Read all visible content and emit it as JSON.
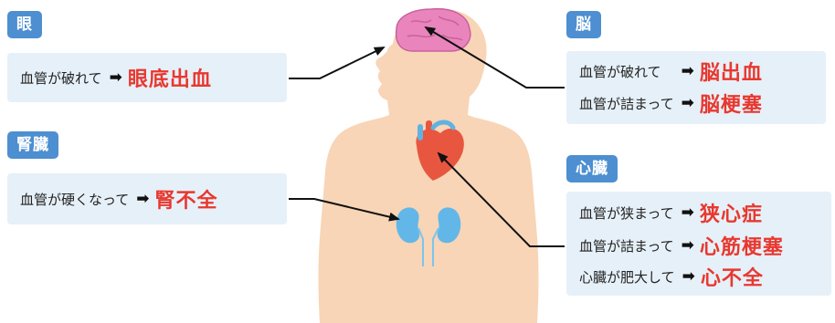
{
  "colors": {
    "tag_bg": "#4d8fd0",
    "box_bg": "#e6f0f8",
    "result_text": "#e8382f",
    "body_skin": "#f8d5b6",
    "brain": "#e985bc",
    "heart": "#e8563f",
    "kidney": "#62b7e8"
  },
  "organs": {
    "eye": {
      "tag": "眼",
      "rows": [
        {
          "cause": "血管が破れて",
          "result": "眼底出血"
        }
      ]
    },
    "kidney": {
      "tag": "腎臓",
      "rows": [
        {
          "cause": "血管が硬くなって",
          "result": "腎不全"
        }
      ]
    },
    "brain": {
      "tag": "脳",
      "rows": [
        {
          "cause": "血管が破れて",
          "result": "脳出血"
        },
        {
          "cause": "血管が詰まって",
          "result": "脳梗塞"
        }
      ]
    },
    "heart": {
      "tag": "心臓",
      "rows": [
        {
          "cause": "血管が狭まって",
          "result": "狭心症"
        },
        {
          "cause": "血管が詰まって",
          "result": "心筋梗塞"
        },
        {
          "cause": "心臓が肥大して",
          "result": "心不全"
        }
      ]
    }
  },
  "icons": [
    "right-arrow-icon",
    "human-body-silhouette",
    "brain-icon",
    "heart-icon",
    "kidneys-icon"
  ]
}
